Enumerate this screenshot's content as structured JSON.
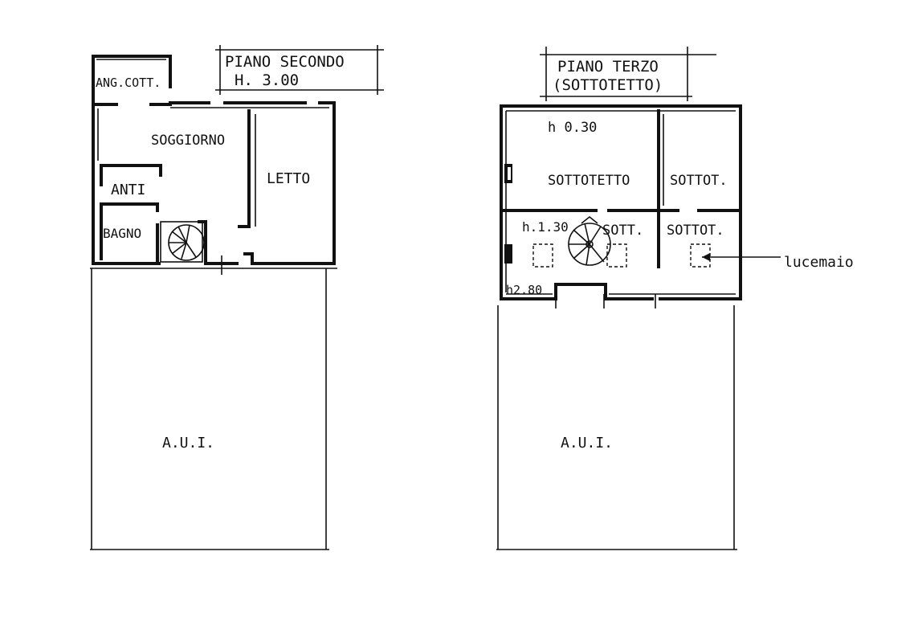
{
  "floor2": {
    "title_line1": "PIANO SECONDO",
    "title_line2": "H. 3.00",
    "rooms": {
      "ang_cott": "ANG.COTT.",
      "soggiorno": "SOGGIORNO",
      "letto": "LETTO",
      "anti": "ANTI",
      "bagno": "BAGNO",
      "aui": "A.U.I."
    }
  },
  "floor3": {
    "title_line1": "PIANO TERZO",
    "title_line2": "(SOTTOTETTO)",
    "height_top": "h 0.30",
    "height_mid": "h.1.30",
    "height_bottom": "h2.80",
    "rooms": {
      "sottotetto": "SOTTOTETTO",
      "sottot_right_top": "SOTTOT.",
      "sott_mid": "SOTT.",
      "sottot_right_mid": "SOTTOT.",
      "aui": "A.U.I."
    },
    "callout": "lucemaio"
  }
}
